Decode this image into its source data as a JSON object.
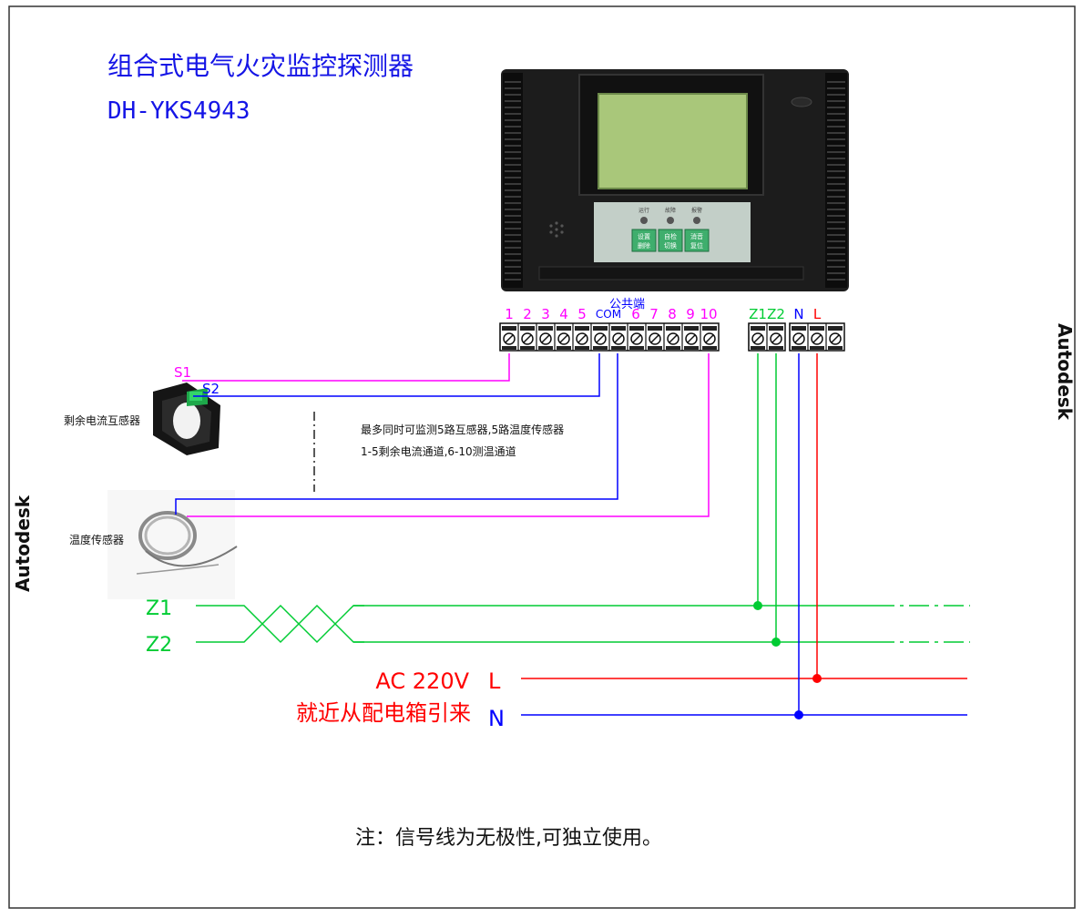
{
  "title": {
    "name": "组合式电气火灾监控探测器",
    "model": "DH-YKS4943"
  },
  "watermark": "Autodesk",
  "device": {
    "indicators": [
      "运行",
      "故障",
      "报警"
    ],
    "buttons": [
      [
        "设置",
        "删除"
      ],
      [
        "自检",
        "切换"
      ],
      [
        "消音",
        "复位"
      ]
    ]
  },
  "terminals": {
    "signal_labels": [
      "1",
      "2",
      "3",
      "4",
      "5",
      "COM",
      "6",
      "7",
      "8",
      "9",
      "10"
    ],
    "com_caption": "公共端",
    "bus_labels": [
      "Z1",
      "Z2"
    ],
    "power_labels": [
      "N",
      "L"
    ]
  },
  "sensors": {
    "ct_label": "剩余电流互感器",
    "ct_terminals": [
      "S1",
      "S2"
    ],
    "temp_label": "温度传感器"
  },
  "notes": {
    "line1": "最多同时可监测5路互感器,5路温度传感器",
    "line2": "1-5剩余电流通道,6-10测温通道",
    "footer": "注：信号线为无极性,可独立使用。"
  },
  "bus": {
    "z1": "Z1",
    "z2": "Z2"
  },
  "power": {
    "voltage": "AC 220V",
    "source": "就近从配电箱引来",
    "l": "L",
    "n": "N"
  },
  "colors": {
    "title": "#1515e6",
    "magenta": "#ff00ff",
    "blue": "#0000ff",
    "green": "#00cc33",
    "red": "#ff0000",
    "device": "#1a1a1a",
    "lcd": "#a9c77a"
  }
}
